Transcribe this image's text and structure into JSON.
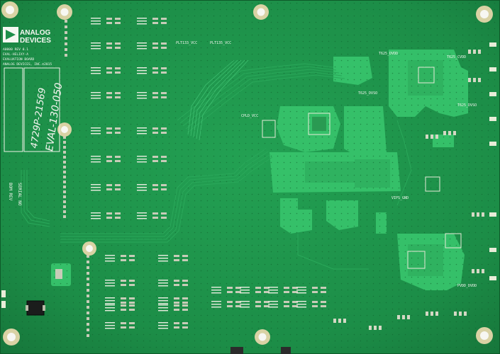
{
  "board": {
    "logo_line1": "ANALOG",
    "logo_line2": "DEVICES",
    "info_lines": [
      "A0000 REV 0.1",
      "EVAL-HELIXY-A",
      "EVALUATION BOARD",
      "ANALOG DEVICES, INC.©2015"
    ],
    "handwritten_1": "4729P-21569",
    "handwritten_2": "EVAL-130-050",
    "side_label_1": "BOM REV",
    "side_label_2": "SERIAL NO",
    "net_labels": [
      "PLT133_VCC",
      "PLT135_VCC",
      "T625_DVDD",
      "T625_CVDD",
      "T625_DVSO",
      "T625_DVSO",
      "PVDD_DVDD",
      "CPLD_VCC",
      "VIPS_GND"
    ],
    "colors": {
      "board": "#1f8f4a",
      "copper_pour": "#36c36b",
      "silkscreen": "#f2f5ee",
      "pad": "#c8ccb8"
    }
  }
}
